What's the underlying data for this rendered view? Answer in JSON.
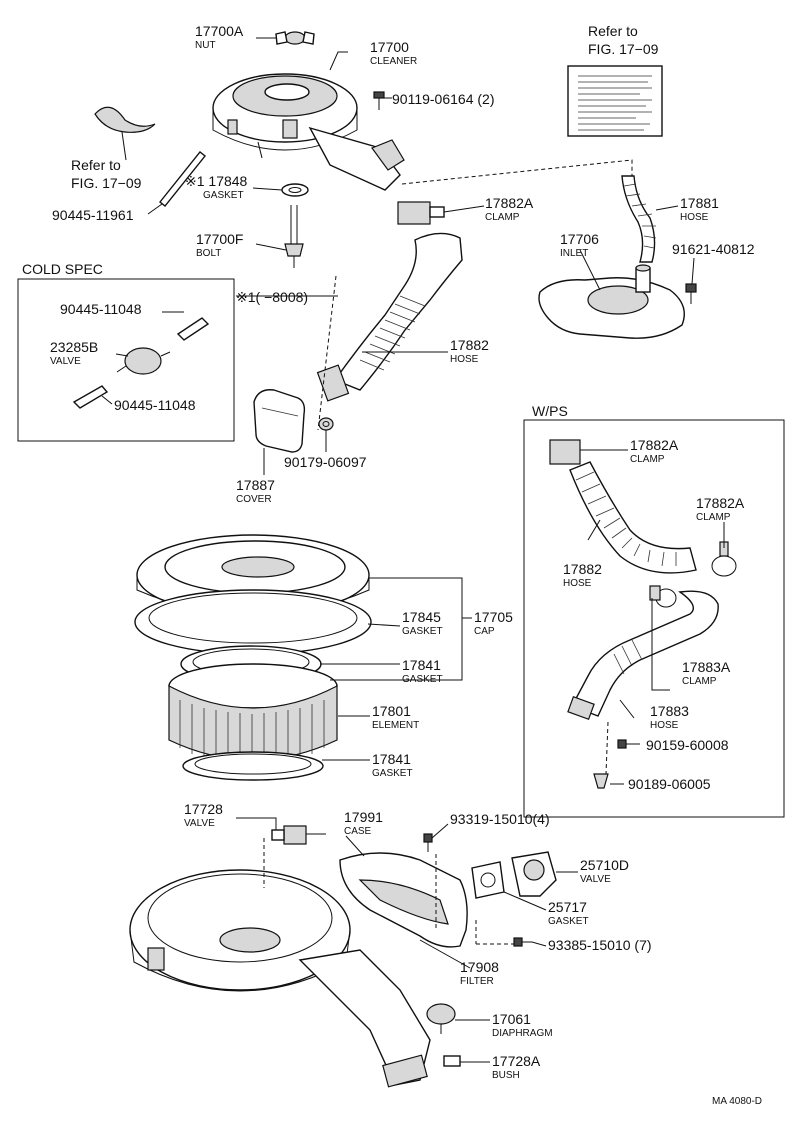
{
  "sections": {
    "cold_spec": "COLD SPEC",
    "wps": "W/PS"
  },
  "refs": {
    "top_right_line1": "Refer to",
    "top_right_line2": "FIG. 17−09",
    "left_line1": "Refer to",
    "left_line2": "FIG. 17−09"
  },
  "note": "※1(     −8008)",
  "footer": "MA 4080-D",
  "parts": {
    "p17700A": {
      "number": "17700A",
      "name": "NUT"
    },
    "p17700": {
      "number": "17700",
      "name": "CLEANER"
    },
    "p90119": {
      "number": "90119-06164 (2)"
    },
    "p90445_11961": {
      "number": "90445-11961"
    },
    "p17848": {
      "number": "※1 17848",
      "name": "GASKET"
    },
    "p17700F": {
      "number": "17700F",
      "name": "BOLT"
    },
    "p17882A_top": {
      "number": "17882A",
      "name": "CLAMP"
    },
    "p17881": {
      "number": "17881",
      "name": "HOSE"
    },
    "p17706": {
      "number": "17706",
      "name": "INLET"
    },
    "p91621": {
      "number": "91621-40812"
    },
    "p17882_top": {
      "number": "17882",
      "name": "HOSE"
    },
    "p90445_11048a": {
      "number": "90445-11048"
    },
    "p23285B": {
      "number": "23285B",
      "name": "VALVE"
    },
    "p90445_11048b": {
      "number": "90445-11048"
    },
    "p17887": {
      "number": "17887",
      "name": "COVER"
    },
    "p90179": {
      "number": "90179-06097"
    },
    "p17882A_w1": {
      "number": "17882A",
      "name": "CLAMP"
    },
    "p17882A_w2": {
      "number": "17882A",
      "name": "CLAMP"
    },
    "p17882_w": {
      "number": "17882",
      "name": "HOSE"
    },
    "p17883A": {
      "number": "17883A",
      "name": "CLAMP"
    },
    "p17883": {
      "number": "17883",
      "name": "HOSE"
    },
    "p90159": {
      "number": "90159-60008"
    },
    "p90189": {
      "number": "90189-06005"
    },
    "p17845": {
      "number": "17845",
      "name": "GASKET"
    },
    "p17705": {
      "number": "17705",
      "name": "CAP"
    },
    "p17841a": {
      "number": "17841",
      "name": "GASKET"
    },
    "p17801": {
      "number": "17801",
      "name": "ELEMENT"
    },
    "p17841b": {
      "number": "17841",
      "name": "GASKET"
    },
    "p17728": {
      "number": "17728",
      "name": "VALVE"
    },
    "p17991": {
      "number": "17991",
      "name": "CASE"
    },
    "p93319": {
      "number": "93319-15010(4)"
    },
    "p25710D": {
      "number": "25710D",
      "name": "VALVE"
    },
    "p25717": {
      "number": "25717",
      "name": "GASKET"
    },
    "p93385": {
      "number": "93385-15010 (7)"
    },
    "p17908": {
      "number": "17908",
      "name": "FILTER"
    },
    "p17061": {
      "number": "17061",
      "name": "DIAPHRAGM"
    },
    "p17728A": {
      "number": "17728A",
      "name": "BUSH"
    }
  }
}
